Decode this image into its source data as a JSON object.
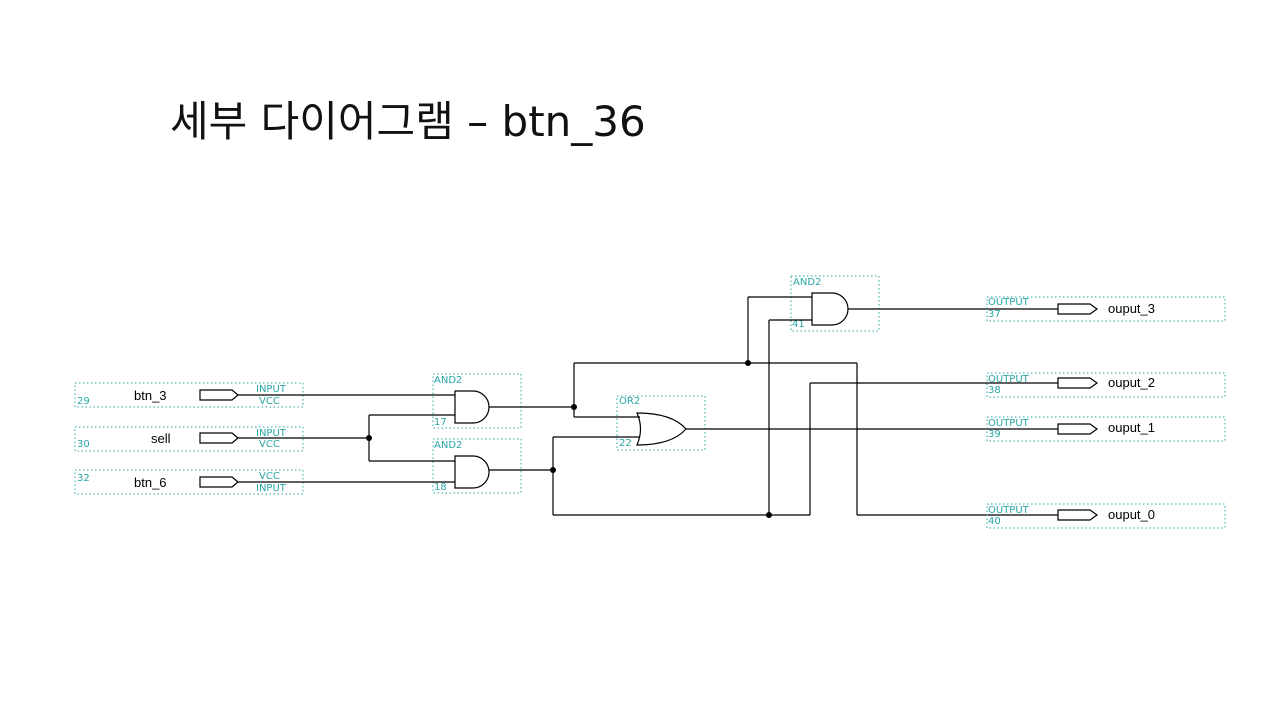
{
  "title": "세부 다이어그램 – btn_36",
  "inputs": [
    {
      "name": "btn_3",
      "pin": "29",
      "type": "INPUT",
      "power": "VCC"
    },
    {
      "name": "sell",
      "pin": "30",
      "type": "INPUT",
      "power": "VCC"
    },
    {
      "name": "btn_6",
      "pin": "32",
      "type": "INPUT",
      "power": "VCC"
    }
  ],
  "gates": [
    {
      "type": "AND2",
      "id": "17"
    },
    {
      "type": "AND2",
      "id": "18"
    },
    {
      "type": "OR2",
      "id": "22"
    },
    {
      "type": "AND2",
      "id": "41"
    }
  ],
  "outputs": [
    {
      "name": "ouput_3",
      "pin": "37",
      "type": "OUTPUT"
    },
    {
      "name": "ouput_2",
      "pin": "38",
      "type": "OUTPUT"
    },
    {
      "name": "ouput_1",
      "pin": "39",
      "type": "OUTPUT"
    },
    {
      "name": "ouput_0",
      "pin": "40",
      "type": "OUTPUT"
    }
  ],
  "colors": {
    "annotation": "#2aa6a6",
    "wire": "#000000"
  }
}
